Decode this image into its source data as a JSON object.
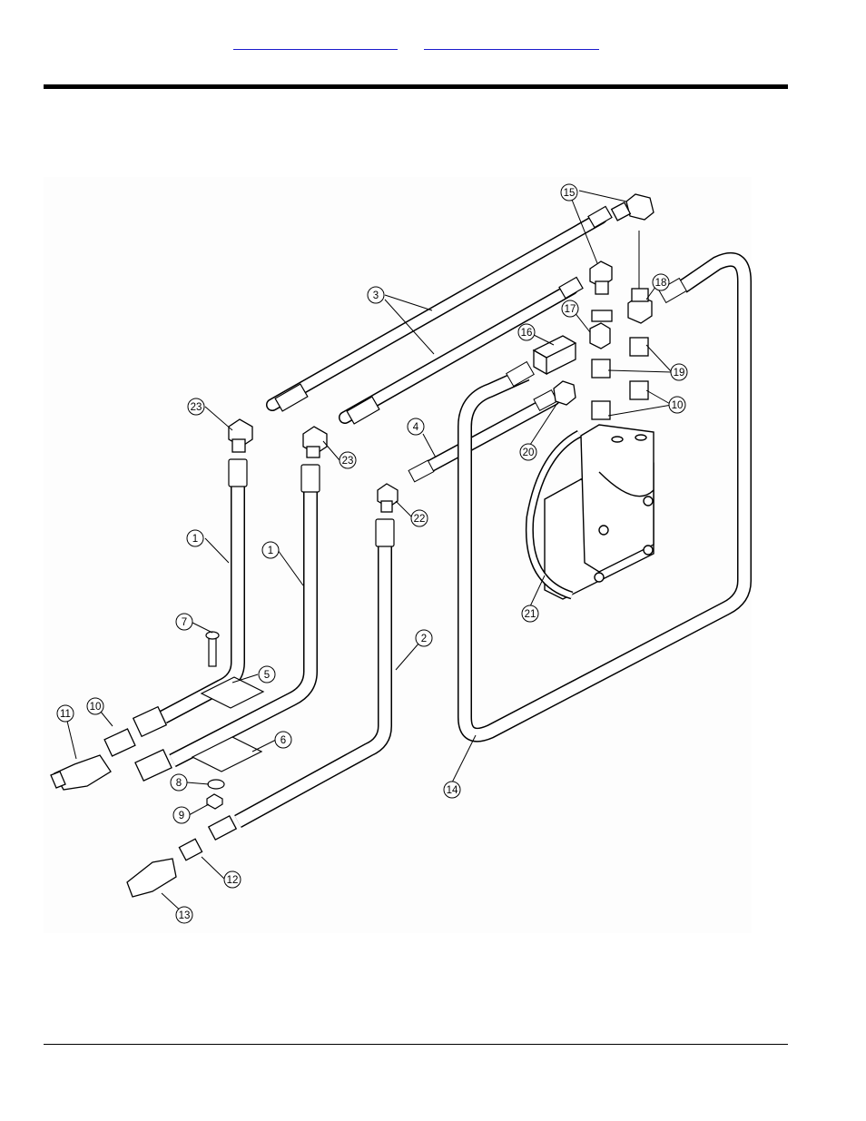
{
  "header": {
    "link_1": "",
    "link_2": ""
  },
  "diagram": {
    "callouts": [
      "1",
      "1",
      "2",
      "3",
      "4",
      "5",
      "6",
      "7",
      "8",
      "9",
      "10",
      "10",
      "11",
      "12",
      "13",
      "14",
      "15",
      "16",
      "17",
      "18",
      "19",
      "20",
      "21",
      "22",
      "23",
      "23"
    ]
  }
}
